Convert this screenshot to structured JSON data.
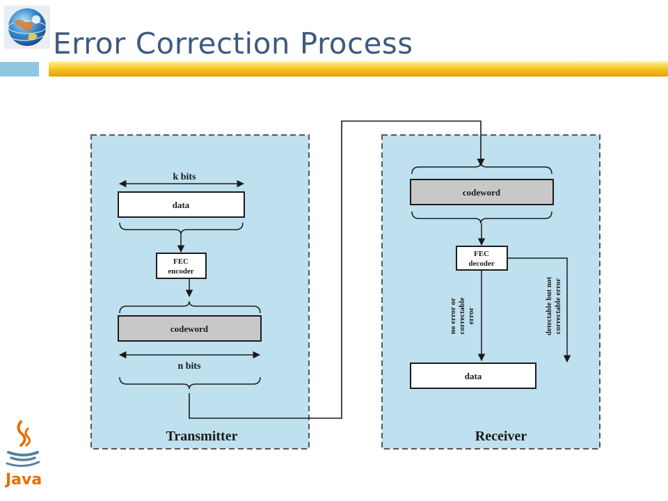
{
  "slide": {
    "title": "Error Correction Process",
    "java_logo_text": "Java"
  },
  "diagram": {
    "transmitter": {
      "k_bits": "k bits",
      "data": "data",
      "fec_line1": "FEC",
      "fec_line2": "encoder",
      "codeword": "codeword",
      "n_bits": "n bits",
      "label": "Transmitter"
    },
    "receiver": {
      "codeword": "codeword",
      "fec_line1": "FEC",
      "fec_line2": "decoder",
      "path_ok_line1": "no error or",
      "path_ok_line2": "correctable",
      "path_ok_line3": "error",
      "path_err_line1": "detectable but not",
      "path_err_line2": "correctable error",
      "data": "data",
      "label": "Receiver"
    },
    "colors": {
      "panel_fill": "#bfe0ee",
      "codeword_fill": "#c8c8c8",
      "data_fill": "#ffffff",
      "title_color": "#3d5a80",
      "title_bar": "#f2b90f"
    }
  }
}
